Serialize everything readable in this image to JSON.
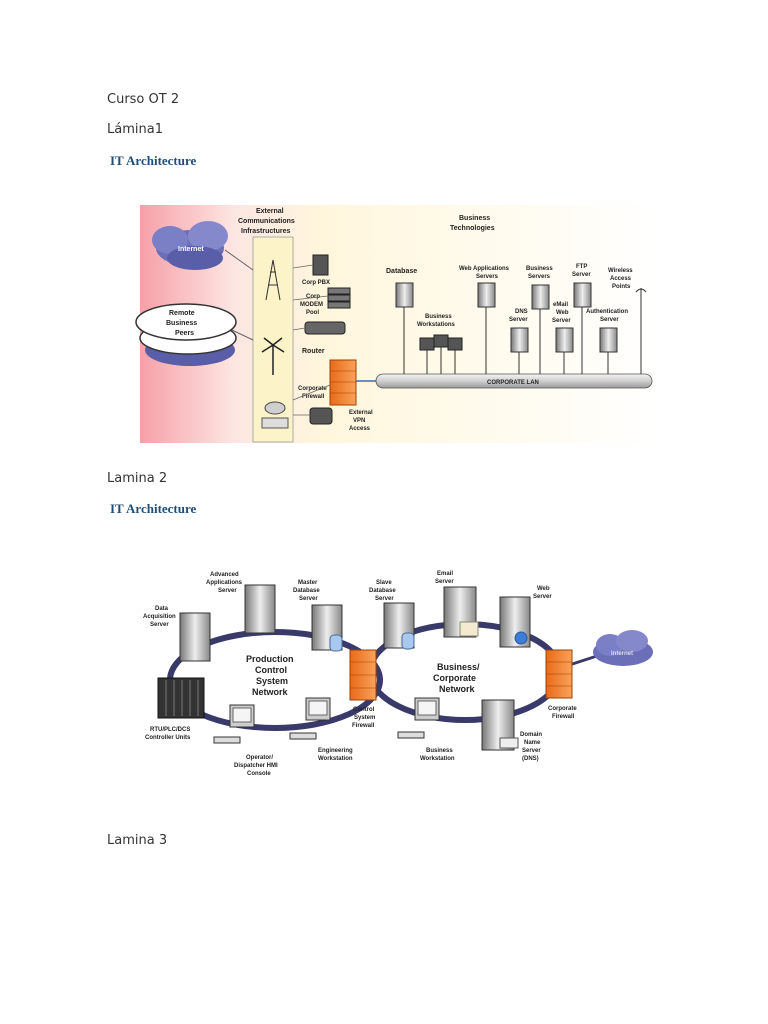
{
  "document": {
    "heading": "Curso OT 2",
    "sections": [
      {
        "label": "Lámina1",
        "figure_title": "IT Architecture"
      },
      {
        "label": "Lamina 2",
        "figure_title": "IT Architecture"
      },
      {
        "label": "Lamina 3"
      }
    ]
  },
  "diagram1": {
    "internet": "Internet",
    "remote_1": "Remote",
    "remote_2": "Business",
    "remote_3": "Peers",
    "ext_1": "External",
    "ext_2": "Communications",
    "ext_3": "Infrastructures",
    "corp_pbx": "Corp PBX",
    "modem_1": "Corp",
    "modem_2": "MODEM",
    "modem_3": "Pool",
    "router": "Router",
    "fw_1": "Corporate",
    "fw_2": "Firewall",
    "vpn_1": "External",
    "vpn_2": "VPN",
    "vpn_3": "Access",
    "bt_1": "Business",
    "bt_2": "Technologies",
    "database": "Database",
    "webapp_1": "Web Applications",
    "webapp_2": "Servers",
    "bizsrv_1": "Business",
    "bizsrv_2": "Servers",
    "ftp_1": "FTP",
    "ftp_2": "Server",
    "wap_1": "Wireless",
    "wap_2": "Access",
    "wap_3": "Points",
    "bizws_1": "Business",
    "bizws_2": "Workstations",
    "dns_1": "DNS",
    "dns_2": "Server",
    "email_1": "eMail",
    "email_2": "Web",
    "email_3": "Server",
    "auth_1": "Authentication",
    "auth_2": "Server",
    "lan": "CORPORATE LAN"
  },
  "diagram2": {
    "adv_1": "Advanced",
    "adv_2": "Applications",
    "adv_3": "Server",
    "master_1": "Master",
    "master_2": "Database",
    "master_3": "Server",
    "slave_1": "Slave",
    "slave_2": "Database",
    "slave_3": "Server",
    "email_1": "Email",
    "email_2": "Server",
    "web_1": "Web",
    "web_2": "Server",
    "daq_1": "Data",
    "daq_2": "Acquisition",
    "daq_3": "Server",
    "pcs_1": "Production",
    "pcs_2": "Control",
    "pcs_3": "System",
    "pcs_4": "Network",
    "bcn_1": "Business/",
    "bcn_2": "Corporate",
    "bcn_3": "Network",
    "rtu_1": "RTU/PLC/DCS",
    "rtu_2": "Controller Units",
    "op_1": "Operator/",
    "op_2": "Dispatcher HMI",
    "op_3": "Console",
    "eng_1": "Engineering",
    "eng_2": "Workstation",
    "csf_1": "Control",
    "csf_2": "System",
    "csf_3": "Firewall",
    "bws_1": "Business",
    "bws_2": "Workstation",
    "dns_1": "Domain",
    "dns_2": "Name",
    "dns_3": "Server",
    "dns_4": "(DNS)",
    "cf_1": "Corporate",
    "cf_2": "Firewall",
    "internet": "Internet"
  }
}
